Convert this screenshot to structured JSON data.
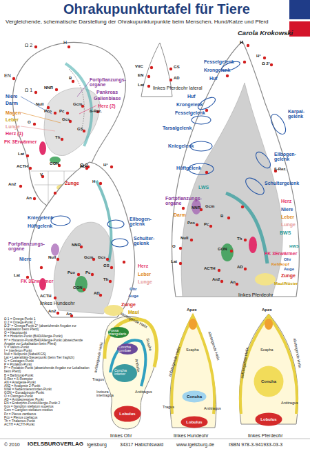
{
  "diagram": {
    "title": "Ohrakupunkturtafel für Tiere",
    "nodes": [
      {
        "text": [
          "Lobulus"
        ]
      },
      {
        "text": [
          "Concha"
        ]
      },
      {
        "text": [
          "Lobulus"
        ]
      },
      {
        "text": [
          "Concha"
        ]
      },
      {
        "text": [
          "Lobulus"
        ]
      }
    ],
    "labels": [
      "Vergleichende, schematische Darstellung der Ohrakupunkturpunkte beim Menschen, Hund/Katze und Pferd",
      "Carola Krokowski",
      "Ω 2",
      "H",
      "EN",
      "Ω 1",
      "NNR",
      "Niere",
      "Darm",
      "Fortpflanzungs-organe",
      "Pankreas",
      "Gallenblase",
      "Herz (2)",
      "Magen",
      "Leber",
      "Lunge",
      "Herz (1)",
      "FK 3Erwärmer",
      "B",
      "Null",
      "Pco",
      "Pc",
      "Gcm",
      "Gcs",
      "GS",
      "ß-Rez.",
      "O",
      "Lat",
      "Th",
      "ACTH",
      "GON",
      "AD",
      "An2",
      "An",
      "Zunge",
      "V",
      "VitC",
      "EN",
      "Lat",
      "linkes Pferdeohr lateral",
      "GS",
      "AD",
      "H",
      "H°",
      "Ω 2°",
      "Fesselgelenk",
      "Krongelenk",
      "Huf",
      "Huf",
      "Krongelenk",
      "Fesselgelenk",
      "Karpal-gelenk",
      "Tarsalgelenk",
      "Ellbogen-gelenk",
      "ß-Rez.",
      "Kniegelenk",
      "Schultergelenk",
      "Hüftgelenk",
      "LWS",
      "Fortpflanzungs-organe",
      "Darm",
      "NNR",
      "Gcm",
      "Pco",
      "Pc",
      "Herz",
      "Niere",
      "Leber",
      "Lunge",
      "BWS",
      "HWS",
      "FK 3Erwärmer",
      "Ohr",
      "Kehlkopf",
      "Auge",
      "Zunge",
      "Maul/Nüster",
      "Null",
      "O",
      "Th",
      "GON",
      "Lat",
      "ACTH",
      "AD",
      "An2",
      "An",
      "linkes Pferdeohr",
      "B",
      "Ω 2",
      "H°",
      "Kniegelenk",
      "Hüftgelenk",
      "Ellbogen-gelenk",
      "Schulter-gelenk",
      "Fortpflanzungs-organe",
      "Niere",
      "Null",
      "NNR",
      "Gcm",
      "Gcs",
      "Pco",
      "Pc",
      "GS",
      "Herz",
      "Leber",
      "Lunge",
      "Ohr",
      "Auge",
      "Zunge",
      "Maul",
      "FK 3Erwärmer",
      "Lat",
      "Th",
      "ACTH",
      "GON",
      "AD",
      "An2",
      "An",
      "linkes Hundeohr",
      "H",
      "Ω 1 = Omega-Punkt 1",
      "Ω 2 = Omega-Punkt 2",
      "Ω 2° = Omega-Punkt 2° (abweichende Angabe zur Lokalisation beim Pferd)",
      "O = Hauptpunkt",
      "H = Histamin-Punkt (Bi40/Allergie-Punkt)",
      "H° = Histamin-Punkt/Bi40/Allergie-Punkt (abweichende Angabe zur Lokalisation beim Pferd)",
      "V = Valium-Punkt",
      "I = Interferon-Punkt",
      "Null = Nullpunkt (Nabel/KGS)",
      "Lat = Lateralitäts-Steuerpunkt (beim Tier fraglich)",
      "G = Gestagen-Punkt",
      "P = Prolaktin-Punkt",
      "P° = Prolaktin-Punkt (abweichende Angabe zur Lokalisation beim Pferd)",
      "B = Barbiturat-Punkt",
      "ß-Rez = ß-Rezeptor",
      "AN = Analgesie-Punkt",
      "AN2 = Analgesie 2-Punkt",
      "NNR = Nebennierenrinden-Punkt",
      "GON = Gonadotropin-Punkt",
      "O = Östrogen-Punkt",
      "AD = Antidepressiver Punkt",
      "EN = Endorphin-Punkt/Allergie-Punkt 2",
      "Gcs = Ganglion stellatum superius",
      "Gcm = Ganglion stellatum medius",
      "Pc = Plexus cardiacus",
      "Pco = Plexus coeliacus",
      "Th = Thalamus-Punkt",
      "ACTH = ACTH-Punkt",
      "absteigende Helix",
      "aufsteigende Helix",
      "Fossa triangularis",
      "Scapha",
      "Concha cymbae",
      "Anthelix",
      "Incisura intertragica",
      "Tragus",
      "Antitragus",
      "Concha inferior",
      "linkes Ohr",
      "aufsteigende Helix",
      "absteigende Helix",
      "Apex",
      "Scapha",
      "Tragus",
      "Antitragus",
      "linkes Hundeohr",
      "aufsteigende Helix",
      "absteigende Helix",
      "Apex",
      "Scapha",
      "Antitragus",
      "linkes Pferdeohr",
      "© 2010",
      "IGELSBURGVERLAG",
      "Igelsburg",
      "34317 Habichtswald",
      "www.igelsburg.de",
      "ISBN 978-3-941933-03-3"
    ]
  }
}
